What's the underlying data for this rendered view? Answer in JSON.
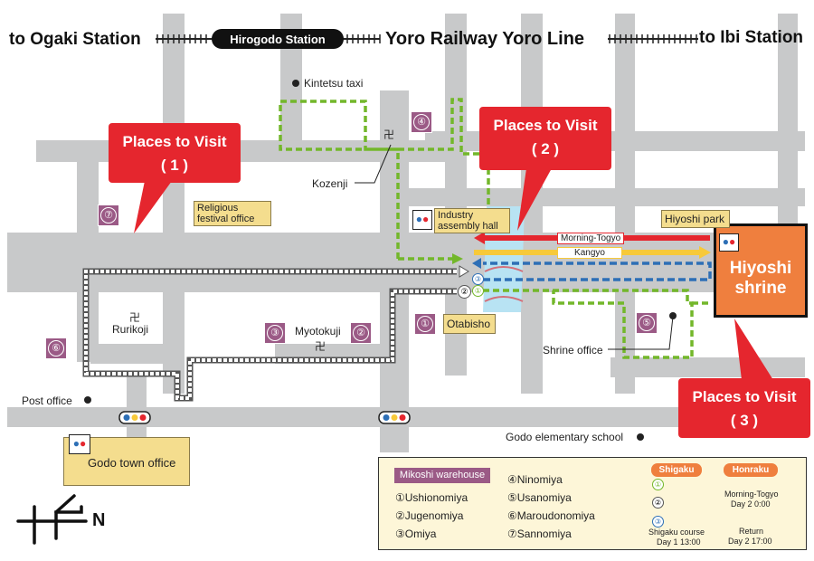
{
  "header": {
    "left_destination": "to Ogaki Station",
    "station": "Hirogodo Station",
    "railway": "Yoro Railway Yoro Line",
    "right_destination": "to Ibi Station"
  },
  "callouts": [
    {
      "line1": "Places to Visit",
      "line2": "( 1 )"
    },
    {
      "line1": "Places to Visit",
      "line2": "( 2 )"
    },
    {
      "line1": "Places to Visit",
      "line2": "( 3 )"
    }
  ],
  "places": {
    "kintetsu_taxi": "Kintetsu taxi",
    "kozenji": "Kozenji",
    "religious_office": "Religious festival office",
    "industry_hall": "Industry assembly hall",
    "hiyoshi_park": "Hiyoshi park",
    "hiyoshi_shrine": "Hiyoshi shrine",
    "rurikoji": "Rurikoji",
    "myotokuji": "Myotokuji",
    "otabisho": "Otabisho",
    "shrine_office": "Shrine office",
    "post_office": "Post office",
    "godo_school": "Godo elementary school",
    "godo_town_office": "Godo town office"
  },
  "route_labels": {
    "morning_togyo": "Morning-Togyo",
    "kangyo": "Kangyo"
  },
  "warehouse_markers": {
    "m1": "①",
    "m2": "②",
    "m3": "③",
    "m4": "④",
    "m5": "⑤",
    "m6": "⑥",
    "m7": "⑦"
  },
  "route_markers": {
    "r1": "①",
    "r2": "②",
    "r3": "③"
  },
  "compass": {
    "label": "N"
  },
  "legend": {
    "title": "Mikoshi warehouse",
    "items": [
      "①Ushionomiya",
      "②Jugenomiya",
      "③Omiya",
      "④Ninomiya",
      "⑤Usanomiya",
      "⑥Maroudonomiya",
      "⑦Sannomiya"
    ],
    "shigaku": {
      "header": "Shigaku",
      "m1": "①",
      "m2": "②",
      "m3": "③",
      "course": "Shigaku course",
      "date": "Day 1 13:00"
    },
    "honraku": {
      "header": "Honraku",
      "morning_label": "Morning-Togyo",
      "morning_date": "Day 2 0:00",
      "return_label": "Return",
      "return_date": "Day 2 17:00"
    }
  },
  "colors": {
    "road": "#c8c9ca",
    "callout_red": "#e5262e",
    "shrine_orange": "#ef7f3e",
    "warehouse_purple": "#9b5a86",
    "label_yellow": "#f4dd8e",
    "route_green": "#73b72b",
    "route_blue": "#2d6fb6",
    "route_red": "#e5262e",
    "route_yellow": "#f7c93a",
    "river": "#b8e3f3"
  }
}
